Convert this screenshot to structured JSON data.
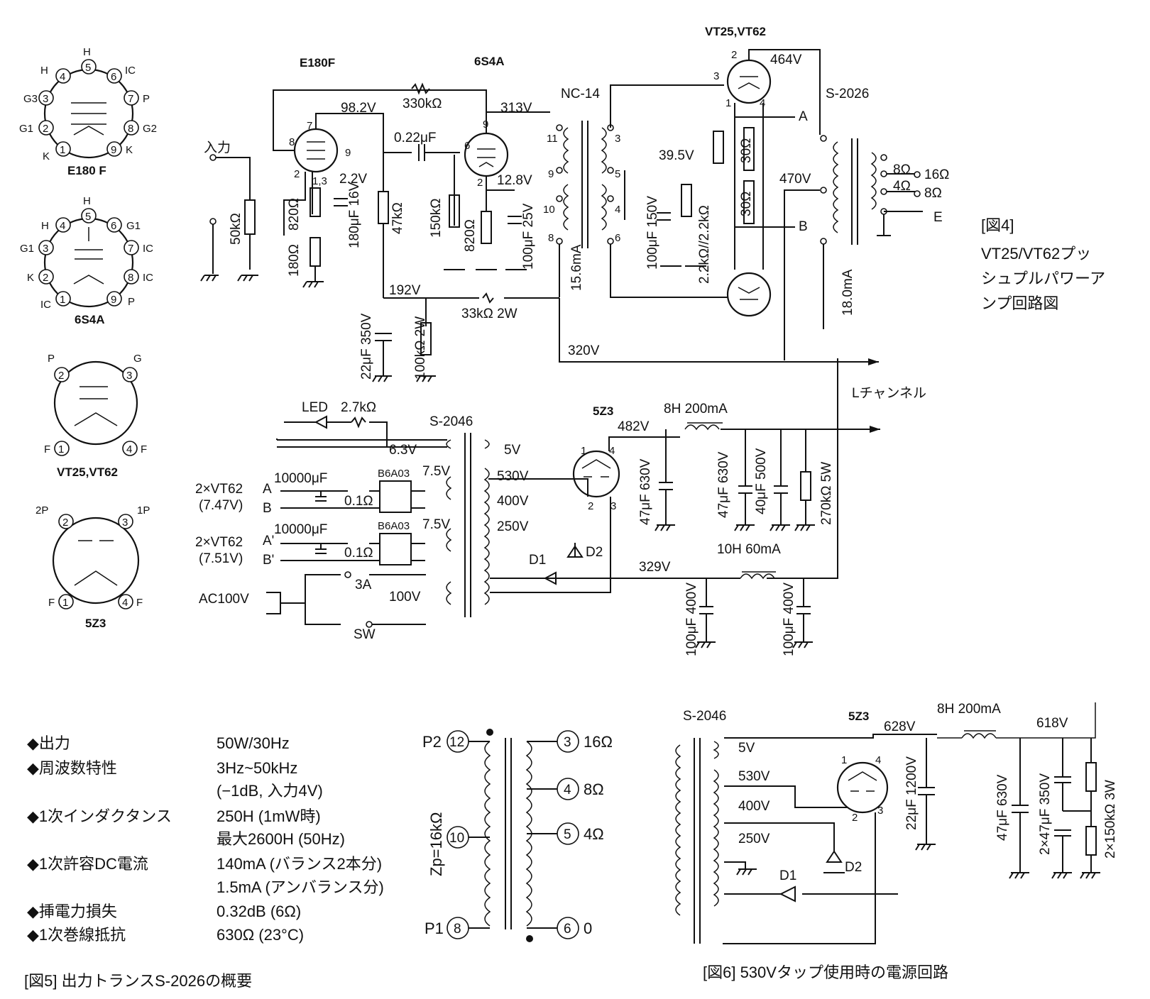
{
  "tubes": {
    "e180f_title": "E180 F",
    "e180f_pins": [
      "H",
      "H",
      "IC",
      "P",
      "G3",
      "G2",
      "K",
      "G1",
      "K"
    ],
    "e180f_nums": [
      "5",
      "4",
      "6",
      "3",
      "7",
      "2",
      "8",
      "1",
      "9"
    ],
    "s4a_title": "6S4A",
    "s4a_pins": [
      "H",
      "H",
      "G1",
      "G1",
      "IC",
      "K",
      "IC",
      "IC",
      "P"
    ],
    "s4a_nums": [
      "5",
      "4",
      "6",
      "3",
      "7",
      "2",
      "8",
      "1",
      "9"
    ],
    "vt_title": "VT25,VT62",
    "vt_pins": [
      "P",
      "G",
      "F",
      "F"
    ],
    "vt_nums": [
      "2",
      "3",
      "1",
      "4"
    ],
    "z3_title": "5Z3",
    "z3_pins": [
      "2P",
      "1P",
      "F",
      "F"
    ],
    "z3_nums": [
      "2",
      "3",
      "1",
      "4"
    ]
  },
  "fig4": {
    "caption": [
      "[図4]",
      "VT25/VT62プッ",
      "シュプルパワーア",
      "ンプ回路図"
    ],
    "labels": {
      "input": "入力",
      "pot": "50kΩ",
      "tube1": "E180F",
      "tube2": "6S4A",
      "tube3": "VT25,VT62",
      "r330k": "330kΩ",
      "v98": "98.2V",
      "v313": "313V",
      "c022": "0.22μF",
      "nc14": "NC-14",
      "s2026": "S-2026",
      "v464": "464V",
      "v22": "2.2V",
      "v128": "12.8V",
      "v395": "39.5V",
      "v470": "470V",
      "r820a": "820Ω",
      "r180": "180Ω",
      "c180": "180μF 16V",
      "r47k": "47kΩ",
      "r150k": "150kΩ",
      "r820b": "820Ω",
      "c100": "100μF 25V",
      "c100b": "100μF 150V",
      "r22k": "2.2kΩ//2.2kΩ",
      "r30a": "30Ω",
      "r30b": "30Ω",
      "v192": "192V",
      "r33k": "33kΩ 2W",
      "i156": "15.6mA",
      "i180": "18.0mA",
      "c22": "22μF 350V",
      "r100k": "100kΩ 2W",
      "v320": "320V",
      "lch": "Lチャンネル",
      "ptA": "A",
      "ptB": "B",
      "o8": "8Ω",
      "o16": "16Ω",
      "o4": "4Ω",
      "o8b": "8Ω",
      "oE": "E",
      "pin13": "1,3",
      "led": "LED",
      "r27k": "2.7kΩ",
      "s2046": "S-2046",
      "z3": "5Z3",
      "v482": "482V",
      "l8h": "8H 200mA",
      "v63": "6.3V",
      "v5": "5V",
      "v530": "530V",
      "v400": "400V",
      "v250": "250V",
      "v75a": "7.5V",
      "v75b": "7.5V",
      "cap10k_a": "10000μF",
      "cap10k_b": "10000μF",
      "r01a": "0.1Ω",
      "r01b": "0.1Ω",
      "b6a_a": "B6A03",
      "b6a_b": "B6A03",
      "vt62a": "2×VT62",
      "vt62a_v": "(7.47V)",
      "vt62b": "2×VT62",
      "vt62b_v": "(7.51V)",
      "pA": "A",
      "pB": "B",
      "pA2": "A'",
      "pB2": "B'",
      "ac": "AC100V",
      "fuse": "3A",
      "sw": "SW",
      "v100": "100V",
      "d1": "D1",
      "d2": "D2",
      "v329": "329V",
      "l10h": "10H 60mA",
      "c47a": "47μF 630V",
      "c47b": "47μF 630V",
      "c40": "40μF 500V",
      "r270": "270kΩ 5W",
      "c100c": "100μF 400V",
      "c100d": "100μF 400V"
    }
  },
  "fig5": {
    "caption": "[図5] 出力トランスS-2026の概要",
    "specs": [
      {
        "label": "◆出力",
        "value": "50W/30Hz"
      },
      {
        "label": "◆周波数特性",
        "value": "3Hz~50kHz"
      },
      {
        "label": "",
        "value": "(−1dB, 入力4V)"
      },
      {
        "label": "◆1次インダクタンス",
        "value": "250H (1mW時)"
      },
      {
        "label": "",
        "value": "最大2600H (50Hz)"
      },
      {
        "label": "◆1次許容DC電流",
        "value": "140mA (バランス2本分)"
      },
      {
        "label": "",
        "value": "1.5mA (アンバランス分)"
      },
      {
        "label": "◆挿電力損失",
        "value": "0.32dB (6Ω)"
      },
      {
        "label": "◆1次巻線抵抗",
        "value": "630Ω (23°C)"
      }
    ],
    "zp": "Zp=16kΩ",
    "p2": "P2",
    "p1": "P1",
    "n12": "12",
    "n10": "10",
    "n8": "8",
    "n3": "3",
    "n4": "4",
    "n5": "5",
    "n6": "6",
    "o16": "16Ω",
    "o8": "8Ω",
    "o4": "4Ω",
    "o0": "0"
  },
  "fig6": {
    "caption": "[図6] 530Vタップ使用時の電源回路",
    "s2046": "S-2046",
    "z3": "5Z3",
    "v628": "628V",
    "l8h": "8H 200mA",
    "v618": "618V",
    "v5": "5V",
    "v530": "530V",
    "v400": "400V",
    "v250": "250V",
    "c22": "22μF 1200V",
    "c47": "47μF 630V",
    "c2x47": "2×47μF 350V",
    "r2x150": "2×150kΩ 3W",
    "d1": "D1",
    "d2": "D2",
    "pin1": "1",
    "pin4": "4",
    "pin2": "2",
    "pin3": "3"
  }
}
